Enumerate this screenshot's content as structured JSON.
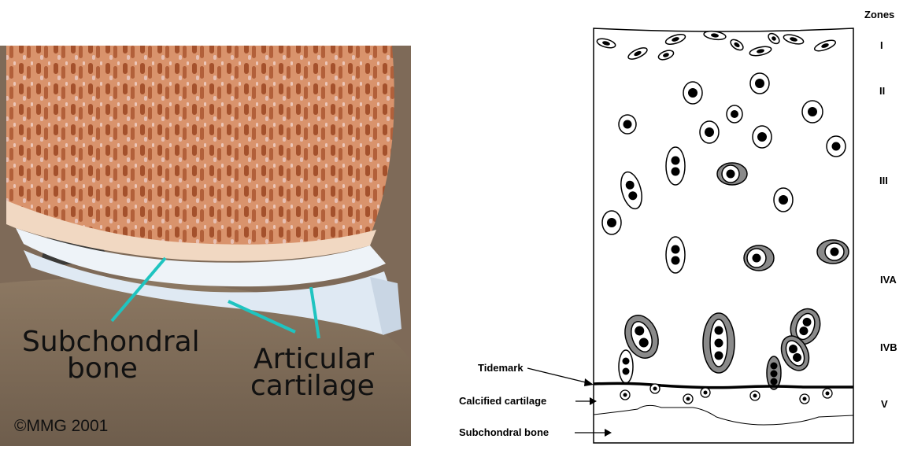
{
  "left_illustration": {
    "labels": {
      "subchondral_line1": "Subchondral",
      "subchondral_line2": "bone",
      "articular_line1": "Articular",
      "articular_line2": "cartilage"
    },
    "copyright": "©MMG 2001",
    "colors": {
      "bone_base": "#d7906a",
      "bone_streak": "#9e4a28",
      "cartilage": "#ffffff",
      "pointer": "#1fc4c0",
      "soft_tissue": "#7b6856"
    }
  },
  "zone_diagram": {
    "zones_heading": "Zones",
    "zones": [
      "I",
      "II",
      "III",
      "IVA",
      "IVB",
      "V"
    ],
    "callouts": {
      "tidemark": "Tidemark",
      "calcified_cartilage": "Calcified cartilage",
      "subchondral_bone": "Subchondral bone"
    },
    "colors": {
      "capsule_gray": "#8a8a8a",
      "nucleus": "#000000",
      "outline": "#000000"
    }
  }
}
